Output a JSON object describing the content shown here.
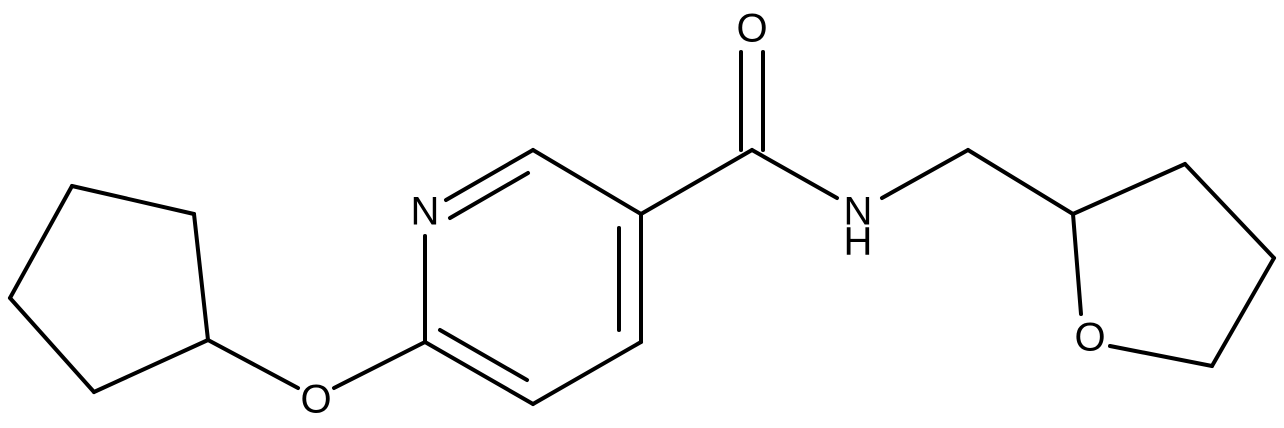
{
  "colors": {
    "background": "#ffffff",
    "bond": "#000000",
    "label": "#000000"
  },
  "atom_labels": {
    "carbonyl_oxygen": "O",
    "pyridine_nitrogen": "N",
    "amide_nitrogen": "N",
    "amide_hydrogen": "H",
    "ether_oxygen": "O",
    "thf_oxygen": "O"
  }
}
